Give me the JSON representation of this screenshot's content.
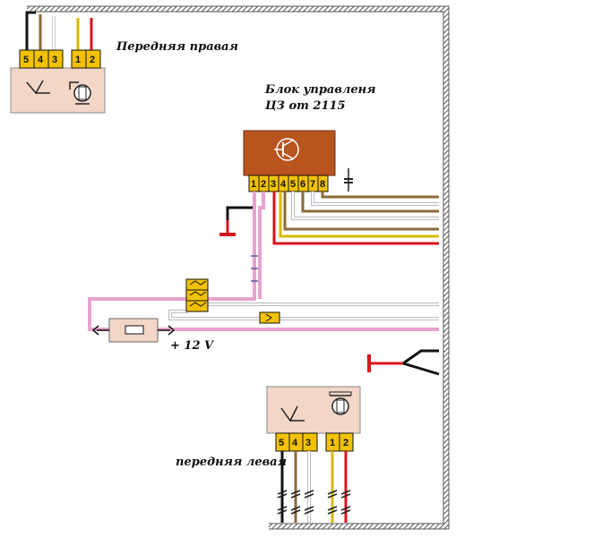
{
  "labels": {
    "front_right": "Передняя правая",
    "control_unit_line1": "Блок управленя",
    "control_unit_line2": "ЦЗ от 2115",
    "front_left": "передняя левая",
    "power": "+ 12 V"
  },
  "pins": {
    "front_right_left": [
      "5",
      "4",
      "3"
    ],
    "front_right_right": [
      "1",
      "2"
    ],
    "control_unit": [
      "1",
      "2",
      "3",
      "4",
      "5",
      "6",
      "7",
      "8"
    ],
    "front_left_left": [
      "5",
      "4",
      "3"
    ],
    "front_left_right": [
      "1",
      "2"
    ]
  },
  "colors": {
    "connector_yellow": "#f2c200",
    "box_beige": "#f2d6c6",
    "control_unit_brown": "#b8541e",
    "harness_grey": "#777777",
    "wire_pink": "#e8a2d0",
    "wire_red": "#d8141c",
    "wire_yellow": "#d9b800",
    "wire_brown": "#8c6a3a",
    "wire_black": "#111111",
    "ground": "#d8141c"
  }
}
